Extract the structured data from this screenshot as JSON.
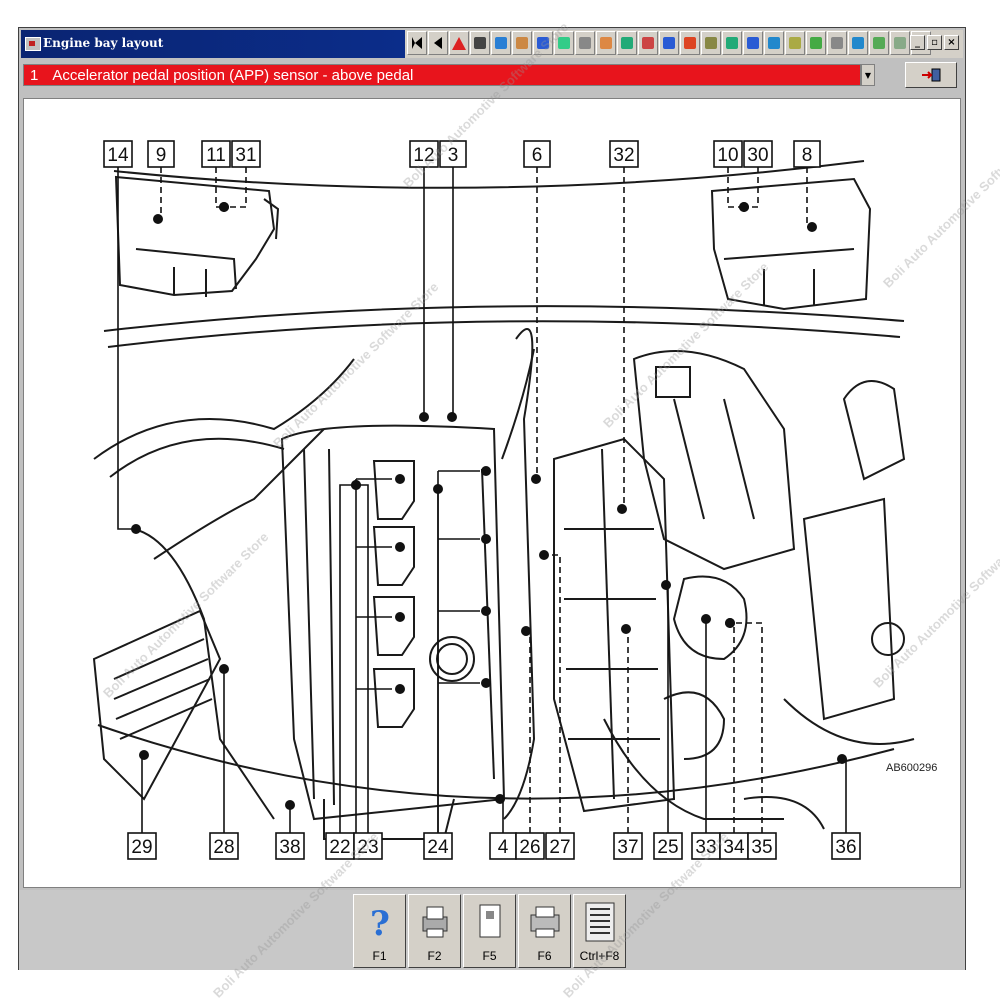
{
  "window": {
    "title": "Engine bay layout"
  },
  "toolbar": {
    "buttons": [
      {
        "icon": "first-page-icon"
      },
      {
        "icon": "previous-icon"
      },
      {
        "icon": "warning-icon"
      },
      {
        "icon": "component-icon"
      },
      {
        "icon": "tool-1-icon"
      },
      {
        "icon": "tool-2-icon"
      },
      {
        "icon": "tool-3-icon"
      },
      {
        "icon": "tool-4-icon"
      },
      {
        "icon": "tool-5-icon"
      },
      {
        "icon": "tool-6-icon"
      },
      {
        "icon": "tool-7-icon"
      },
      {
        "icon": "tool-8-icon"
      },
      {
        "icon": "tool-9-icon"
      },
      {
        "icon": "tool-10-icon"
      },
      {
        "icon": "tool-11-icon"
      },
      {
        "icon": "tool-12-icon"
      },
      {
        "icon": "tool-13-icon"
      },
      {
        "icon": "tool-14-icon"
      },
      {
        "icon": "tool-15-icon"
      },
      {
        "icon": "tool-16-icon"
      },
      {
        "icon": "tool-17-icon"
      },
      {
        "icon": "tool-18-icon"
      },
      {
        "icon": "tool-19-icon"
      },
      {
        "icon": "tool-20-icon"
      },
      {
        "icon": "tool-21-icon"
      }
    ],
    "colors": [
      "#000000",
      "#000000",
      "#d22",
      "#444",
      "#2a7fd4",
      "#c84",
      "#2a5bd4",
      "#3c8",
      "#888",
      "#d84",
      "#2a7",
      "#c44",
      "#2a5bd4",
      "#d42",
      "#884",
      "#2a7",
      "#2a5bd4",
      "#28c",
      "#aa4",
      "#4a4",
      "#888",
      "#28c",
      "#5a5",
      "#8a8",
      "#ccc"
    ]
  },
  "component_bar": {
    "number": "1",
    "label": "Accelerator pedal position (APP) sensor - above pedal"
  },
  "diagram": {
    "ref_code": "AB600296",
    "callouts_top": [
      "14",
      "9",
      "11",
      "31",
      "12",
      "3",
      "6",
      "32",
      "10",
      "30",
      "8"
    ],
    "callouts_bottom": [
      "29",
      "28",
      "38",
      "22",
      "23",
      "24",
      "4",
      "26",
      "27",
      "37",
      "25",
      "33",
      "34",
      "35",
      "36"
    ]
  },
  "function_keys": [
    {
      "label": "F1",
      "icon": "help-icon"
    },
    {
      "label": "F2",
      "icon": "print-icon"
    },
    {
      "label": "F5",
      "icon": "page-icon"
    },
    {
      "label": "F6",
      "icon": "printer-icon"
    },
    {
      "label": "Ctrl+F8",
      "icon": "list-icon"
    }
  ],
  "watermark": "Boli Auto Automotive Software Store"
}
